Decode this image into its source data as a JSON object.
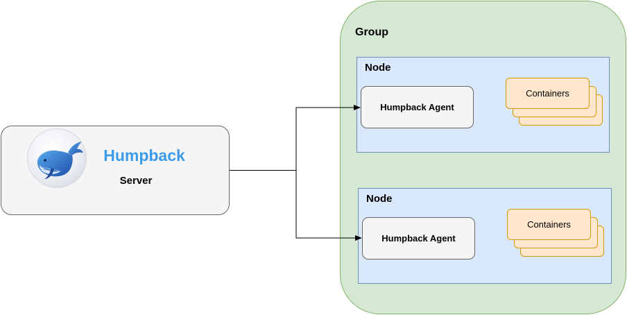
{
  "server": {
    "title": "Humpback",
    "subtitle": "Server"
  },
  "group": {
    "label": "Group"
  },
  "nodes": [
    {
      "label": "Node",
      "agent_label": "Humpback Agent",
      "containers_label": "Containers"
    },
    {
      "label": "Node",
      "agent_label": "Humpback Agent",
      "containers_label": "Containers"
    }
  ],
  "colors": {
    "server_title": "#3c9be8",
    "group_fill": "#d5e8d4",
    "group_stroke": "#82b366",
    "node_fill": "#dae8fc",
    "node_stroke": "#6c8ebf",
    "container_fill": "#ffe6cc",
    "container_stroke": "#d79b00",
    "box_fill": "#f5f5f5",
    "box_stroke": "#666666"
  }
}
